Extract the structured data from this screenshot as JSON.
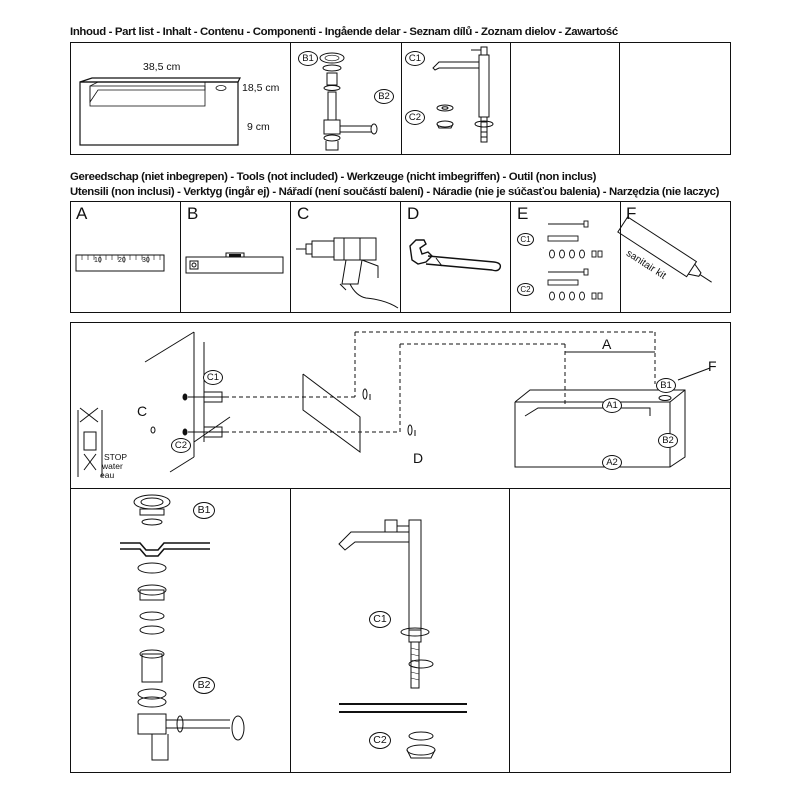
{
  "headers": {
    "parts": "Inhoud - Part list - Inhalt - Contenu - Componenti - Ingående delar - Seznam dílů - Zoznam dielov - Zawartość",
    "tools_line1": "Gereedschap (niet inbegrepen) - Tools (not included) -  Werkzeuge (nicht imbegriffen) - Outil (non inclus)",
    "tools_line2": "Utensili (non inclusi) - Verktyg (ingår ej) - Nářadí (není součástí balení) - Náradie (nie je súčasťou balenia) - Narzędzia (nie laczyc)"
  },
  "parts": {
    "basin_width": "38,5 cm",
    "basin_depth": "18,5 cm",
    "basin_height": "9 cm",
    "b1": "B1",
    "b2": "B2",
    "c1": "C1",
    "c2": "C2"
  },
  "tools": {
    "a": {
      "letter": "A",
      "ticks": [
        "10",
        "20",
        "30"
      ]
    },
    "b": {
      "letter": "B"
    },
    "c": {
      "letter": "C"
    },
    "d": {
      "letter": "D"
    },
    "e": {
      "letter": "E",
      "c1": "C1",
      "c2": "C2"
    },
    "f": {
      "letter": "F",
      "tube_text": "sanitair kit"
    }
  },
  "install": {
    "c1": "C1",
    "c2": "C2",
    "c": "C",
    "d": "D",
    "a": "A",
    "f": "F",
    "b1": "B1",
    "a1": "A1",
    "b2": "B2",
    "a2": "A2",
    "stop1": "STOP",
    "stop2": "water",
    "stop3": "eau"
  },
  "drain": {
    "b1": "B1",
    "b2": "B2"
  },
  "faucet": {
    "c1": "C1",
    "c2": "C2"
  }
}
